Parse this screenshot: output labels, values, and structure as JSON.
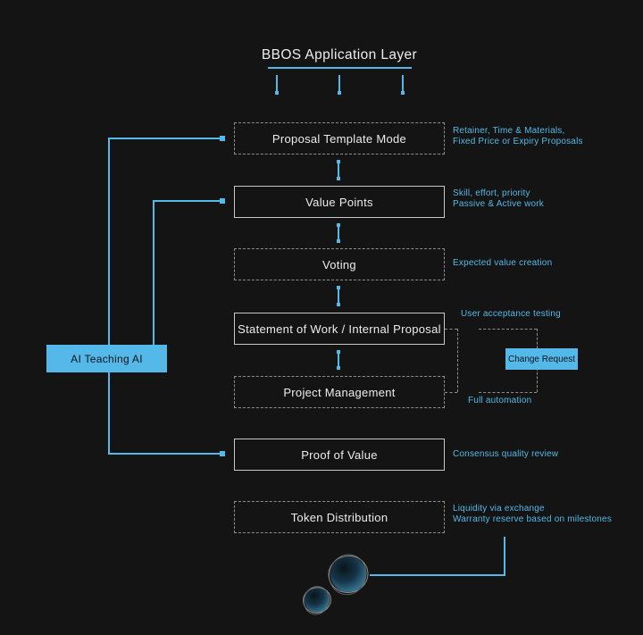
{
  "title": "BBOS Application Layer",
  "colors": {
    "accent": "#54b9e8",
    "background": "#141414"
  },
  "nodes": [
    {
      "label": "Proposal Template Mode",
      "border": "dashed",
      "notes": [
        "Retainer, Time & Materials,",
        "Fixed Price or Expiry Proposals"
      ]
    },
    {
      "label": "Value Points",
      "border": "solid",
      "notes": [
        "Skill, effort, priority",
        "Passive & Active work"
      ]
    },
    {
      "label": "Voting",
      "border": "dashed",
      "notes": [
        "Expected value creation"
      ]
    },
    {
      "label": "Statement of Work / Internal Proposal",
      "border": "solid",
      "notes": [
        "User acceptance testing"
      ]
    },
    {
      "label": "Project Management",
      "border": "dashed",
      "notes": [
        "Full automation"
      ]
    },
    {
      "label": "Proof of Value",
      "border": "solid",
      "notes": [
        "Consensus quality review"
      ]
    },
    {
      "label": "Token Distribution",
      "border": "dashed",
      "notes": [
        "Liquidity via exchange",
        "Warranty reserve based on milestones"
      ]
    }
  ],
  "labels": {
    "ai_teaching_ai": "AI Teaching AI",
    "change_request": "Change Request"
  }
}
